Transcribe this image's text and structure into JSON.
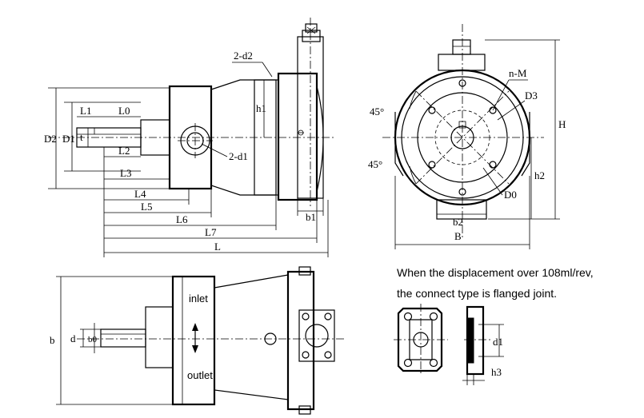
{
  "side_view": {
    "labels": {
      "d2_top": "2-d2",
      "d1_side": "2-d1",
      "h1": "h1",
      "D2": "D2",
      "D1": "D1",
      "t": "t",
      "L1": "L1",
      "L0": "L0",
      "L2": "L2",
      "L3": "L3",
      "L4": "L4",
      "L5": "L5",
      "L6": "L6",
      "L7": "L7",
      "L": "L",
      "b1": "b1"
    }
  },
  "front_view": {
    "labels": {
      "nM": "n-M",
      "D3": "D3",
      "D0": "D0",
      "angle_top": "45°",
      "angle_bottom": "45°",
      "H": "H",
      "h2": "h2",
      "b2": "b2",
      "B": "B"
    }
  },
  "top_view": {
    "labels": {
      "inlet": "inlet",
      "outlet": "outlet",
      "b": "b",
      "d": "d",
      "b0": "b0"
    }
  },
  "note": {
    "line1": "When the displacement over 108ml/rev,",
    "line2": "the connect type is flanged joint."
  },
  "flange_view": {
    "labels": {
      "d1": "d1",
      "h3": "h3"
    }
  }
}
